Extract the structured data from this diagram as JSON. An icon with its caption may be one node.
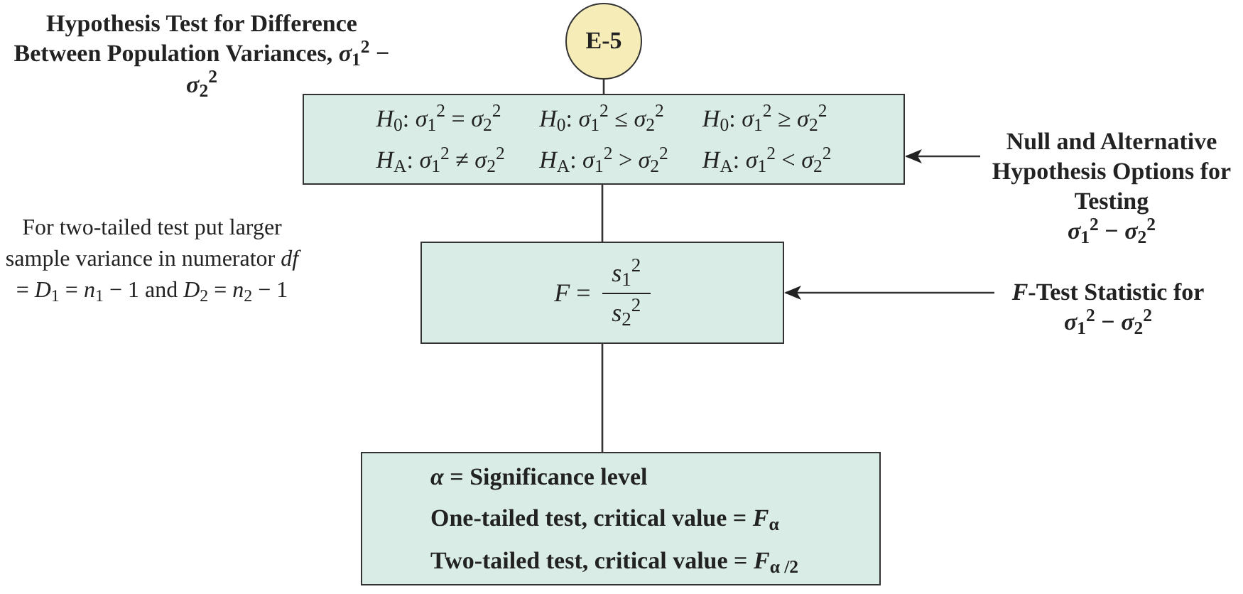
{
  "diagram": {
    "title": "Hypothesis Test for Difference Between Population Variances, *σ*$_{1}$$^{2}$ − *σ*$_{2}$$^{2}$",
    "nodes": [
      {
        "text": [
          "E-5"
        ]
      },
      {
        "text": [
          "*H*$_{0}$: *σ*$_{1}$$^{2}$ = *σ*$_{2}$$^{2}$",
          "*H*$_{0}$: *σ*$_{1}$$^{2}$ ≤ *σ*$_{2}$$^{2}$",
          "*H*$_{0}$: *σ*$_{1}$$^{2}$ ≥ *σ*$_{2}$$^{2}$",
          "*H*$_{A}$: *σ*$_{1}$$^{2}$ ≠ *σ*$_{2}$$^{2}$",
          "*H*$_{A}$: *σ*$_{1}$$^{2}$ > *σ*$_{2}$$^{2}$",
          "*H*$_{A}$: *σ*$_{1}$$^{2}$ < *σ*$_{2}$$^{2}$"
        ]
      },
      {
        "text": [
          "*F* =",
          "*s*$_{1}$$^{2}$",
          "*s*$_{2}$$^{2}$"
        ]
      },
      {
        "text": [
          "*α* = Significance level",
          "One-tailed test, critical value = *F*$_{α}$",
          "Two-tailed test, critical value = *F*$_{α /2}$"
        ]
      },
      {
        "text": [
          "Null and Alternative Hypothesis Options for Testing",
          "*σ*$_{1}$$^{2}$ − *σ*$_{2}$$^{2}$"
        ]
      },
      {
        "text": [
          "*F*-Test Statistic for",
          "*σ*$_{1}$$^{2}$ − *σ*$_{2}$$^{2}$"
        ]
      }
    ],
    "edges": [
      {
        "from": 0,
        "to": 1,
        "arrow": "none"
      },
      {
        "from": 1,
        "to": 2,
        "arrow": "none"
      },
      {
        "from": 2,
        "to": 3,
        "arrow": "none"
      },
      {
        "from": 4,
        "to": 1,
        "arrow": "to"
      },
      {
        "from": 5,
        "to": 2,
        "arrow": "to"
      }
    ],
    "labels": [
      "For two-tailed test put larger sample variance in numerator *df* = *D*$_{1}$ = *n*$_{1}$ − 1 and *D*$_{2}$ = *n*$_{2}$ − 1"
    ]
  }
}
